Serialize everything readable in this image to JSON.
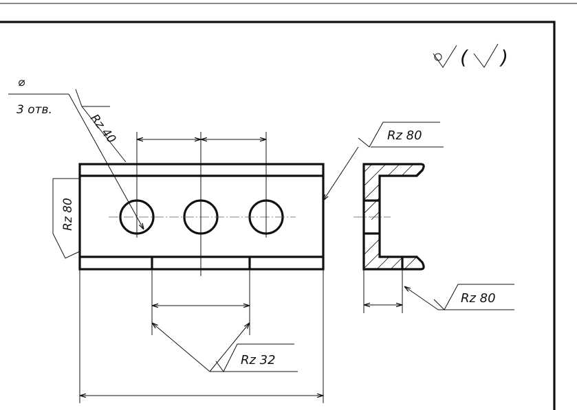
{
  "drawing": {
    "general_symbol": "(",
    "general_symbol_close": ")",
    "diameter_symbol": "⌀",
    "holes_note": "3 отв.",
    "rz_holes": "Rz 40",
    "rz_left": "Rz 80",
    "rz_top_right": "Rz 80",
    "rz_profile": "Rz 80",
    "rz_bottom": "Rz 32"
  }
}
